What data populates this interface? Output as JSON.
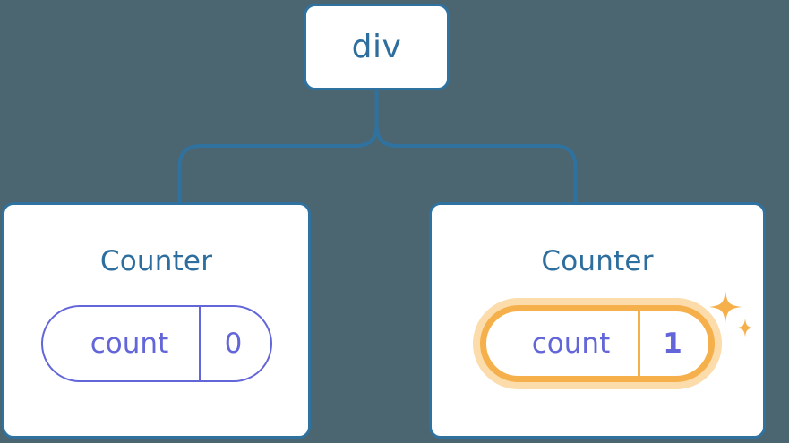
{
  "diagram": {
    "type": "component-tree",
    "background_color": "#4b6670",
    "node_border_color": "#2f72a0",
    "node_text_color": "#2d6e9e",
    "state_color": "#6366d8",
    "highlight_color": "#f5b04c",
    "highlight_glow_color": "#fbdcaa",
    "connector_color": "#2f72a0"
  },
  "root": {
    "label": "div"
  },
  "children": [
    {
      "title": "Counter",
      "state": {
        "key": "count",
        "value": "0",
        "highlighted": false
      }
    },
    {
      "title": "Counter",
      "state": {
        "key": "count",
        "value": "1",
        "highlighted": true
      },
      "sparkle_icons": [
        "sparkle-large",
        "sparkle-small"
      ]
    }
  ]
}
